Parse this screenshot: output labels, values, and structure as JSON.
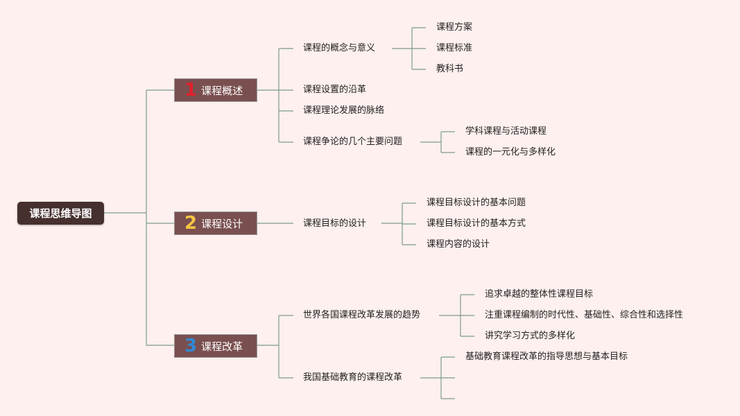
{
  "root": {
    "label": "课程思维导图"
  },
  "branches": [
    {
      "num": "1",
      "label": "课程概述",
      "children": [
        {
          "label": "课程的概念与意义",
          "children": [
            "课程方案",
            "课程标准",
            "教科书"
          ]
        },
        {
          "label": "课程设置的沿革"
        },
        {
          "label": "课程理论发展的脉络"
        },
        {
          "label": "课程争论的几个主要问题",
          "children": [
            "学科课程与活动课程",
            "课程的一元化与多样化"
          ]
        }
      ]
    },
    {
      "num": "2",
      "label": "课程设计",
      "children": [
        {
          "label": "课程目标的设计",
          "children": [
            "课程目标设计的基本问题",
            "课程目标设计的基本方式",
            "课程内容的设计"
          ]
        }
      ]
    },
    {
      "num": "3",
      "label": "课程改革",
      "children": [
        {
          "label": "世界各国课程改革发展的趋势",
          "children": [
            "追求卓越的整体性课程目标",
            "注重课程编制的时代性、基础性、综合性和选择性",
            "讲究学习方式的多样化"
          ]
        },
        {
          "label": "我国基础教育的课程改革",
          "children": [
            "基础教育课程改革的指导思想与基本目标",
            "",
            ""
          ]
        }
      ]
    }
  ],
  "colors": {
    "line": "#7d9a90",
    "background": "#fdf0ee",
    "root": "#45302f",
    "main": "#7a4f4f"
  }
}
